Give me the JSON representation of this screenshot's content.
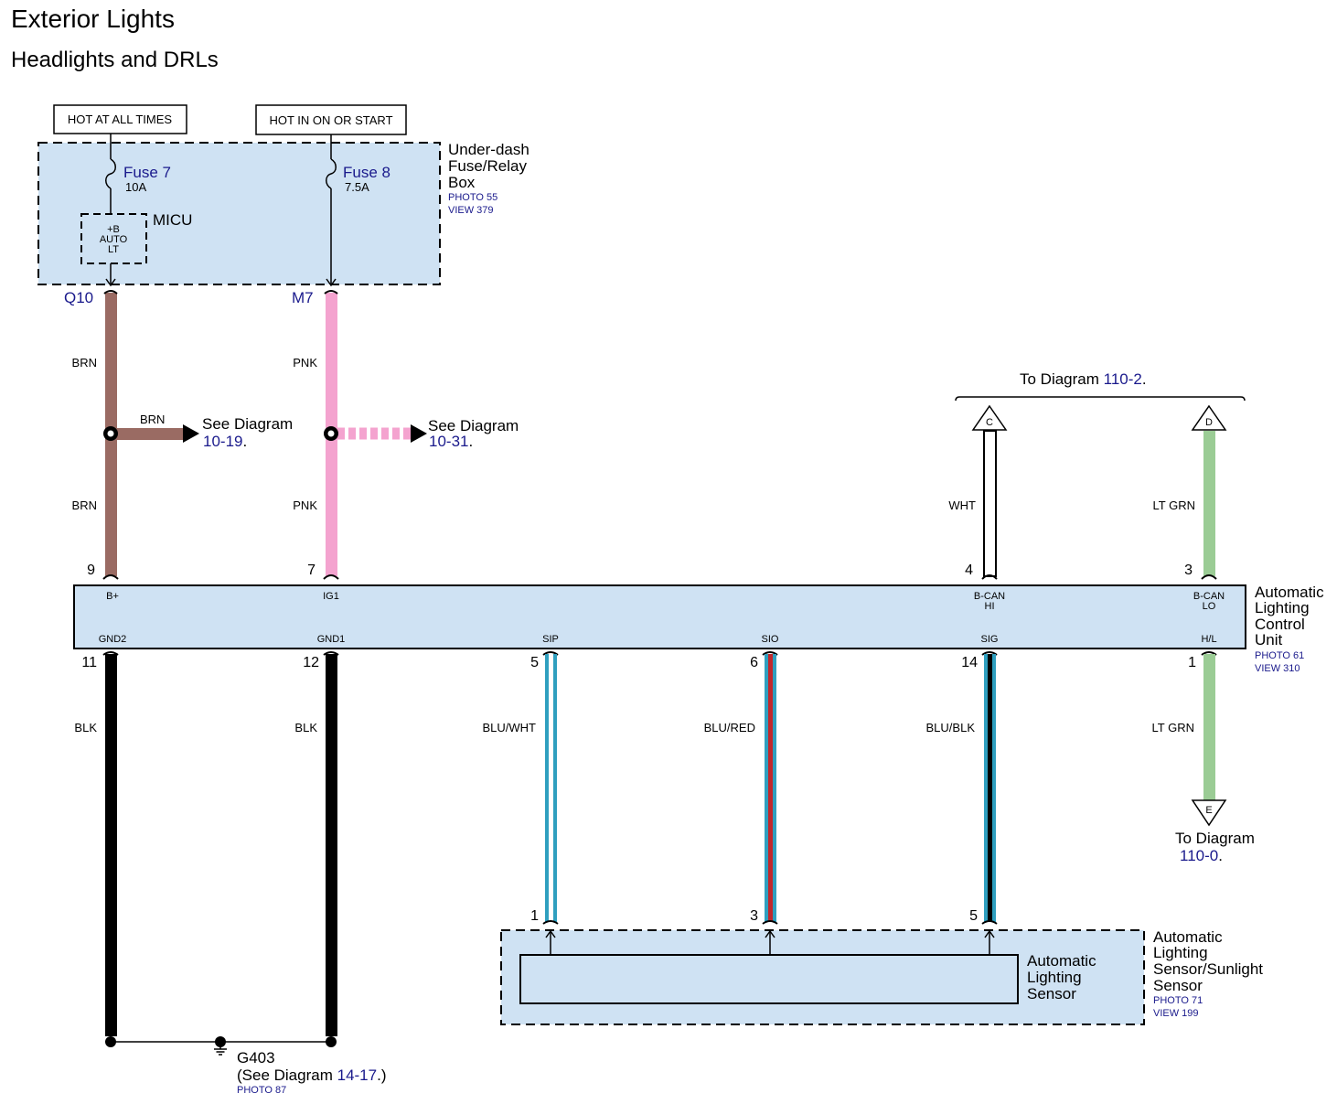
{
  "title": "Exterior Lights",
  "subtitle": "Headlights and DRLs",
  "power": {
    "hot_all": "HOT AT ALL TIMES",
    "hot_on": "HOT IN ON OR START"
  },
  "fuse_box": {
    "name_lines": [
      "Under-dash",
      "Fuse/Relay",
      "Box"
    ],
    "photo": "PHOTO 55",
    "view": "VIEW 379",
    "fuse7": {
      "name": "Fuse 7",
      "rating": "10A"
    },
    "fuse8": {
      "name": "Fuse 8",
      "rating": "7.5A"
    },
    "micu": {
      "name": "MICU",
      "lines": [
        "+B",
        "AUTO",
        "LT"
      ]
    },
    "conn_q10": "Q10",
    "conn_m7": "M7"
  },
  "wires": {
    "brn": "BRN",
    "pnk": "PNK",
    "wht": "WHT",
    "lt_grn": "LT GRN",
    "blk": "BLK",
    "blu_wht": "BLU/WHT",
    "blu_red": "BLU/RED",
    "blu_blk": "BLU/BLK"
  },
  "see_diagram": {
    "prefix": "See Diagram",
    "ref1": "10-19",
    "ref2": "10-31"
  },
  "to_diagram": {
    "prefix": "To Diagram",
    "ref_top": "110-2",
    "ref_bottom": "110-0",
    "arrow_c": "C",
    "arrow_d": "D",
    "arrow_e": "E"
  },
  "control_unit": {
    "name_lines": [
      "Automatic",
      "Lighting",
      "Control",
      "Unit"
    ],
    "photo": "PHOTO 61",
    "view": "VIEW 310",
    "top_pins": [
      {
        "num": "9",
        "label": "B+"
      },
      {
        "num": "7",
        "label": "IG1"
      },
      {
        "num": "4",
        "label": "B-CAN",
        "label2": "HI"
      },
      {
        "num": "3",
        "label": "B-CAN",
        "label2": "LO"
      }
    ],
    "bottom_pins": [
      {
        "num": "11",
        "label": "GND2"
      },
      {
        "num": "12",
        "label": "GND1"
      },
      {
        "num": "5",
        "label": "SIP"
      },
      {
        "num": "6",
        "label": "SIO"
      },
      {
        "num": "14",
        "label": "SIG"
      },
      {
        "num": "1",
        "label": "H/L"
      }
    ]
  },
  "sensor": {
    "name_lines": [
      "Automatic",
      "Lighting",
      "Sensor/Sunlight",
      "Sensor"
    ],
    "photo": "PHOTO 71",
    "view": "VIEW 199",
    "inner_lines": [
      "Automatic",
      "Lighting",
      "Sensor"
    ],
    "pins": [
      "1",
      "3",
      "5"
    ]
  },
  "ground": {
    "name": "G403",
    "see_prefix": "(See Diagram",
    "ref": "14-17",
    "suffix": ".)",
    "photo": "PHOTO 87"
  },
  "colors": {
    "brown": "#9a6b63",
    "pink": "#f4a3cf",
    "lt_green": "#9bcc95",
    "blue": "#2f9fbf",
    "red": "#c0282d",
    "black": "#000000",
    "box_fill": "#cfe2f3",
    "link": "#1a1a8c"
  }
}
